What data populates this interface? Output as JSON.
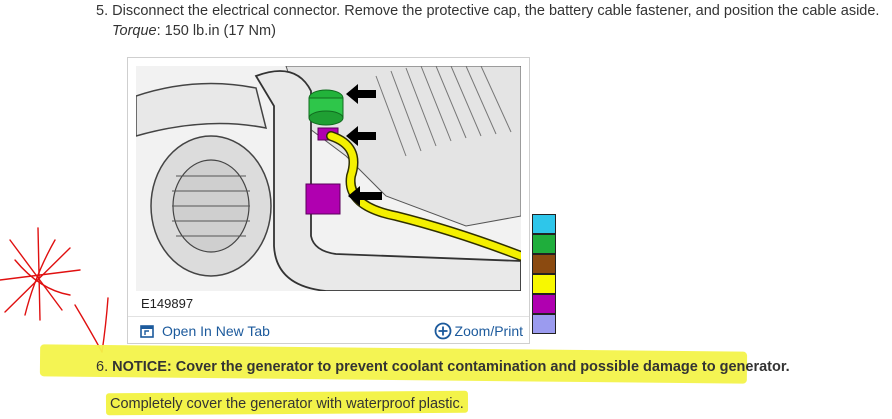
{
  "step5": {
    "text": "5. Disconnect the electrical connector. Remove the protective cap, the battery cable fastener, and position the cable aside.",
    "torque_label": "Torque",
    "torque_value": ": 150 lb.in (17 Nm)"
  },
  "figure": {
    "code": "E149897",
    "open_tab_label": "Open In New Tab",
    "zoom_label": "Zoom/Print"
  },
  "swatches": {
    "colors": [
      "#2ec6ea",
      "#1fae3c",
      "#8b4a10",
      "#f8f800",
      "#b000b0",
      "#9b9bef"
    ]
  },
  "step6": {
    "prefix": "6. ",
    "notice": "NOTICE: Cover the generator to prevent coolant contamination and possible damage to generator."
  },
  "step6_body": "Completely cover the generator with waterproof plastic.",
  "colors": {
    "highlight": "#f3f34a",
    "link": "#1c5a9c",
    "annotation": "#e01010"
  }
}
